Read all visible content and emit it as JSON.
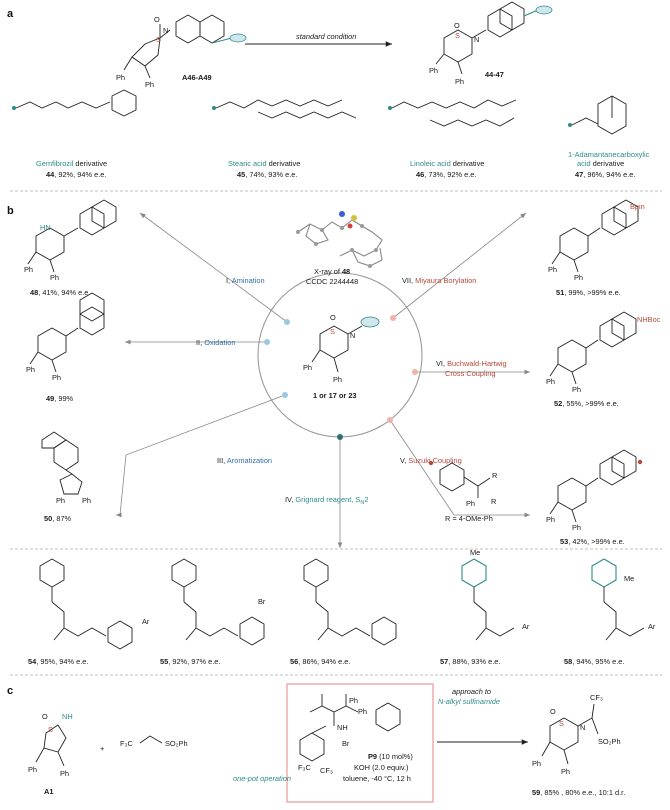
{
  "panels": {
    "a": "a",
    "b": "b",
    "c": "c"
  },
  "colors": {
    "teal": "#2e8b8b",
    "blue": "#2f6fb0",
    "red": "#b5493b",
    "pink_box": "#e89a9a"
  },
  "panel_a": {
    "reactant_label": "A46-A49",
    "arrow_label": "standard condition",
    "product_label": "44-47",
    "derivatives": [
      {
        "name_colored": "Gemfibrozil",
        "name_rest": " derivative",
        "stats_bold": "44",
        "stats": ", 92%, 94% e.e."
      },
      {
        "name_colored": "Stearic acid",
        "name_rest": " derivative",
        "stats_bold": "45",
        "stats": ", 74%, 93% e.e."
      },
      {
        "name_colored": "Linoleic acid",
        "name_rest": " derivative",
        "stats_bold": "46",
        "stats": ", 73%, 92% e.e."
      },
      {
        "name_colored": "1-Adamantanecarboxylic",
        "name_colored2": "acid",
        "name_rest": " derivative",
        "stats_bold": "47",
        "stats": ", 96%, 94% e.e."
      }
    ]
  },
  "panel_b": {
    "xray_line1": "X-ray of ",
    "xray_num": "48",
    "xray_line2": "CCDC 2244448",
    "center_label": "1 or 17 or 23",
    "center_or1": " or ",
    "transformations": [
      {
        "roman": "I, ",
        "name": "Amination"
      },
      {
        "roman": "II, ",
        "name": "Oxidation"
      },
      {
        "roman": "III, ",
        "name": "Aromatization"
      },
      {
        "roman": "IV, ",
        "name": "Grignard reagent, S",
        "sub": "N",
        "tail": "2"
      },
      {
        "roman": "V, ",
        "name": "Suzuki Coupling"
      },
      {
        "roman": "VI, ",
        "name": "Buchwald-Hartwig",
        "name2": "Cross Coupling"
      },
      {
        "roman": "VII, ",
        "name": "Miyaura Borylation"
      }
    ],
    "r_label": "R = 4-OMe-Ph",
    "products": [
      {
        "num": "48",
        "stats": ", 41%, 94% e.e."
      },
      {
        "num": "49",
        "stats": ", 99%"
      },
      {
        "num": "50",
        "stats": ", 87%"
      },
      {
        "num": "51",
        "stats": ", 99%, >99% e.e."
      },
      {
        "num": "52",
        "stats": ", 55%, >99% e.e."
      },
      {
        "num": "53",
        "stats": ", 42%, >99% e.e."
      }
    ],
    "groups": {
      "bpin": "Bpin",
      "nhboc": "NHBoc",
      "hn": "HN",
      "ar": "Ar",
      "br": "Br",
      "me": "Me"
    },
    "sn2_products": [
      {
        "num": "54",
        "stats": ", 95%, 94% e.e."
      },
      {
        "num": "55",
        "stats": ", 92%, 97% e.e."
      },
      {
        "num": "56",
        "stats": ", 86%, 94% e.e."
      },
      {
        "num": "57",
        "stats": ", 88%, 93% e.e."
      },
      {
        "num": "58",
        "stats": ", 94%, 95% e.e."
      }
    ]
  },
  "panel_c": {
    "reactant_label": "A1",
    "plus": "+",
    "reagent": "SO₂Ph",
    "reagent_cf3": "F₃C",
    "approach1": "approach to",
    "approach2": "N-alkyl sulfinamide",
    "catalyst": "P9",
    "catalyst_loading": " (10 mol%)",
    "base": "KOH (2.0 equiv.)",
    "conditions": "toluene, -40 °C, 12 h",
    "one_pot": "one-pot operation",
    "br": "Br",
    "product_num": "59",
    "product_stats": ", 85% , 80% e.e., 10:1 d.r.",
    "cf3": "CF₃",
    "so2ph": "SO₂Ph"
  },
  "atoms": {
    "O": "O",
    "S": "S",
    "N": "N",
    "Ph": "Ph",
    "NH": "NH"
  }
}
